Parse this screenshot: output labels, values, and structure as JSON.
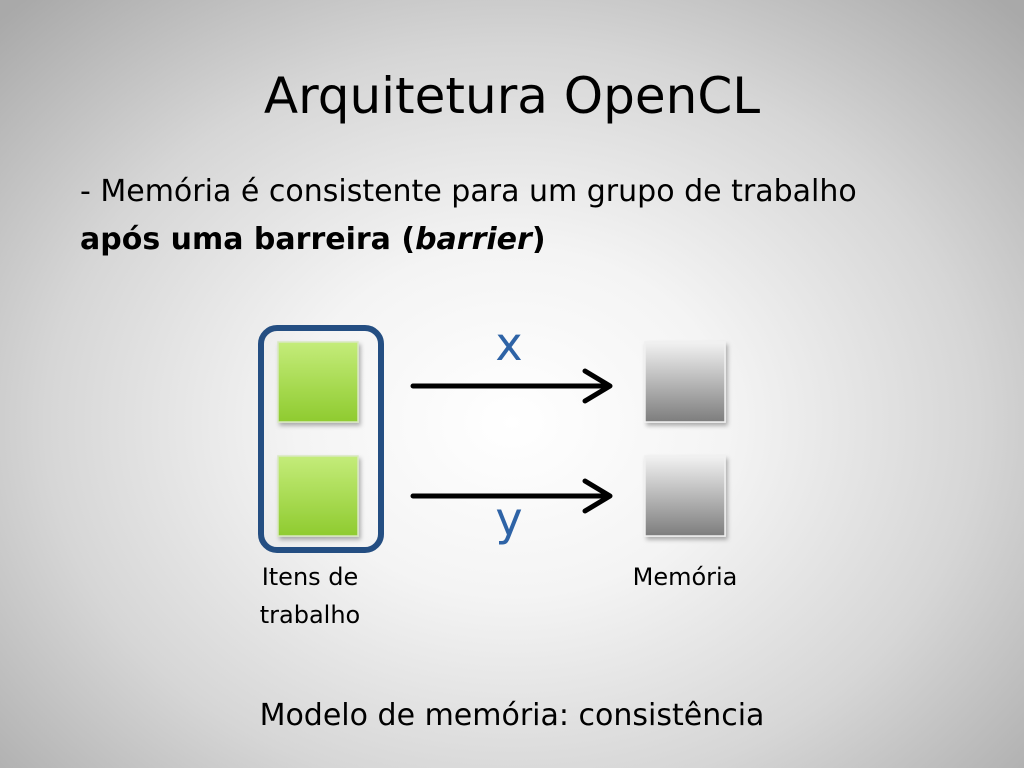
{
  "slide": {
    "title": "Arquitetura OpenCL",
    "bullet_line1": "- Memória é consistente para um grupo de trabalho",
    "bullet_bold_prefix": "após uma barreira (",
    "bullet_bold_italic": "barrier",
    "bullet_bold_suffix": ")",
    "caption": "Modelo de memória: consistência"
  },
  "diagram": {
    "work_items_label_line1": "Itens de",
    "work_items_label_line2": "trabalho",
    "memory_label": "Memória",
    "var_x": "x",
    "var_y": "y",
    "colors": {
      "work_item_green": "#a6d94a",
      "group_border": "#244e82",
      "memory_gray": "#8a8a8a",
      "variable_blue": "#2e63a6"
    }
  }
}
